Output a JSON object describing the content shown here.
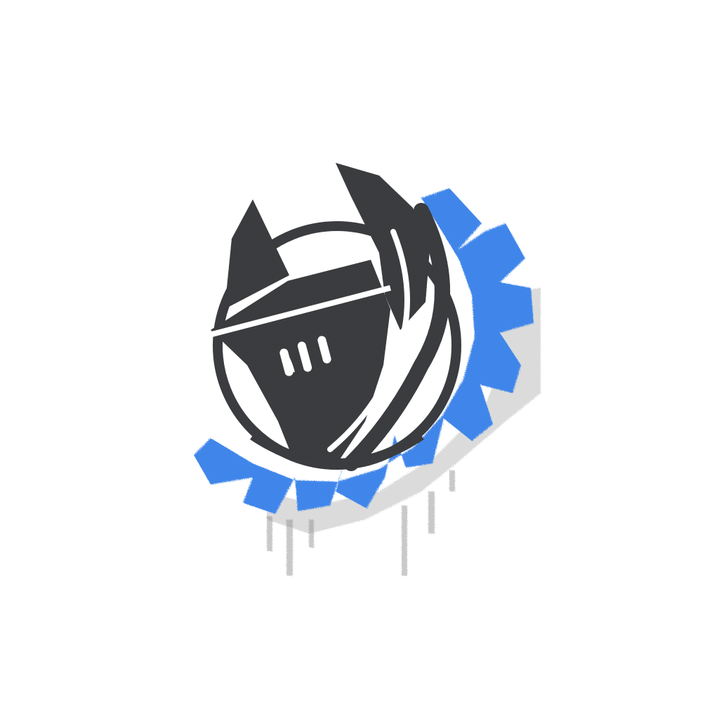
{
  "logo": {
    "name": "wrench-gear-emblem",
    "style": "spray-paint stencil with drips",
    "icons": [
      "gear-icon",
      "wrench-icon",
      "ring",
      "paint-drips"
    ],
    "colors": {
      "gear": "#3f86ea",
      "wrench": "#3b3c3f",
      "ring": "#3b3c3f",
      "background": "#ffffff",
      "overspray": "#8a8a8a"
    }
  }
}
